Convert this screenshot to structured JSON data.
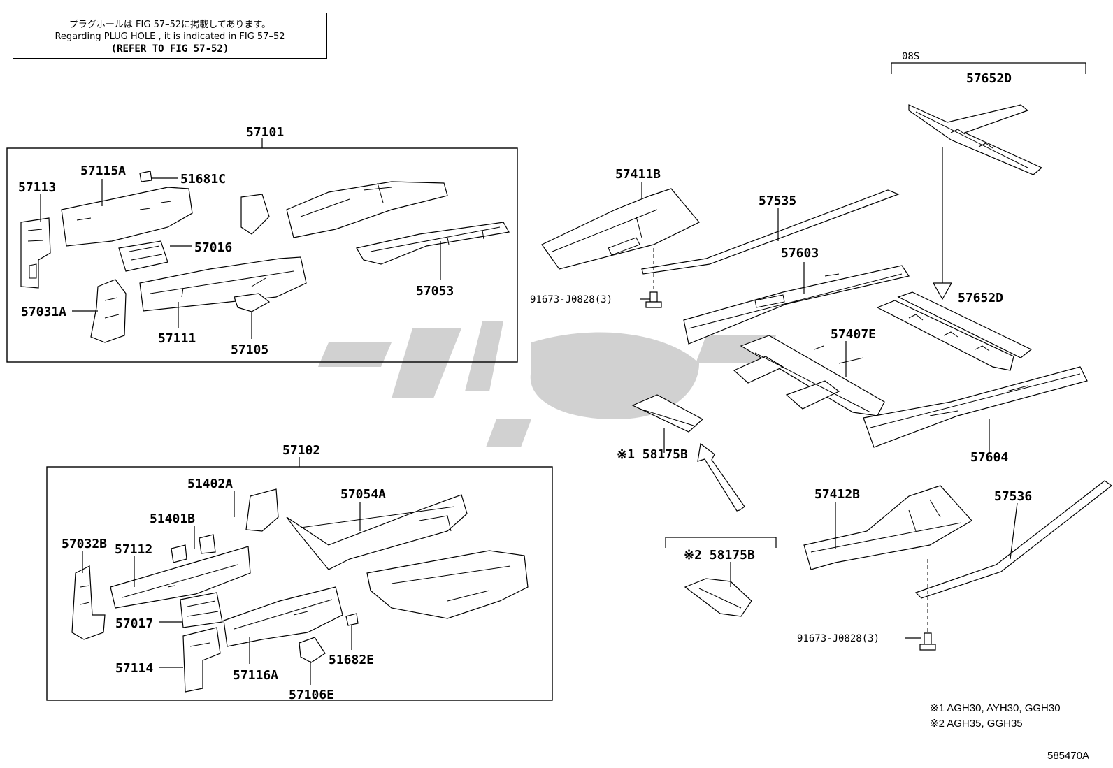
{
  "note": {
    "line1": "プラグホールは FIG 57–52に掲載してあります。",
    "line2": "Regarding PLUG HOLE , it is indicated in FIG 57–52",
    "line3": "(REFER TO FIG 57-52)"
  },
  "groups": {
    "upper_assembly": "57101",
    "lower_assembly": "57102",
    "variant_bracket": "08S"
  },
  "parts": {
    "p57113": "57113",
    "p57115A": "57115A",
    "p51681C": "51681C",
    "p57016": "57016",
    "p57031A": "57031A",
    "p57111": "57111",
    "p57105": "57105",
    "p57053": "57053",
    "p57411B": "57411B",
    "p57535": "57535",
    "p91673a": "91673-J0828(3)",
    "p57603": "57603",
    "p57652D_top": "57652D",
    "p57652D": "57652D",
    "p57407E": "57407E",
    "p58175B_1": "※1 58175B",
    "p57604": "57604",
    "p57412B": "57412B",
    "p57536": "57536",
    "p58175B_2": "※2 58175B",
    "p91673b": "91673-J0828(3)",
    "p57054A": "57054A",
    "p51402A": "51402A",
    "p51401B": "51401B",
    "p57032B": "57032B",
    "p57112": "57112",
    "p57017": "57017",
    "p57114": "57114",
    "p57116A": "57116A",
    "p57106E": "57106E",
    "p51682E": "51682E"
  },
  "legend": {
    "line1": "※1  AGH30, AYH30, GGH30",
    "line2": "※2  AGH35, GGH35"
  },
  "figure_id": "585470A"
}
